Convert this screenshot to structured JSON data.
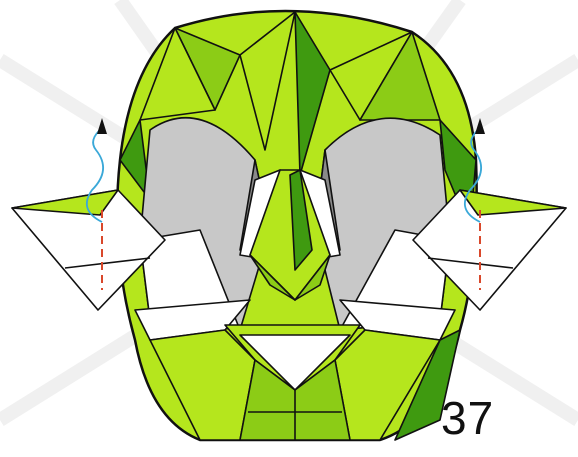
{
  "diagram": {
    "step_number": "37",
    "colors": {
      "paper_color_side": "#b5e61d",
      "paper_color_shade": "#8ccc16",
      "paper_color_dark": "#3f9a10",
      "paper_white_side": "#ffffff",
      "paper_grey": "#c8c8c8",
      "paper_grey_dark": "#8a8a8a",
      "outline": "#111111",
      "valley_fold_line": "#d9482b",
      "move_arrow": "#3aa8d8",
      "arrow_head": "#111111"
    },
    "annotations": [
      {
        "name": "left-ear-valley-fold",
        "type": "valley-fold-dashed"
      },
      {
        "name": "right-ear-valley-fold",
        "type": "valley-fold-dashed"
      },
      {
        "name": "left-ear-fold-up-arrow",
        "type": "arrow-fold-up"
      },
      {
        "name": "right-ear-fold-up-arrow",
        "type": "arrow-fold-up"
      }
    ]
  }
}
